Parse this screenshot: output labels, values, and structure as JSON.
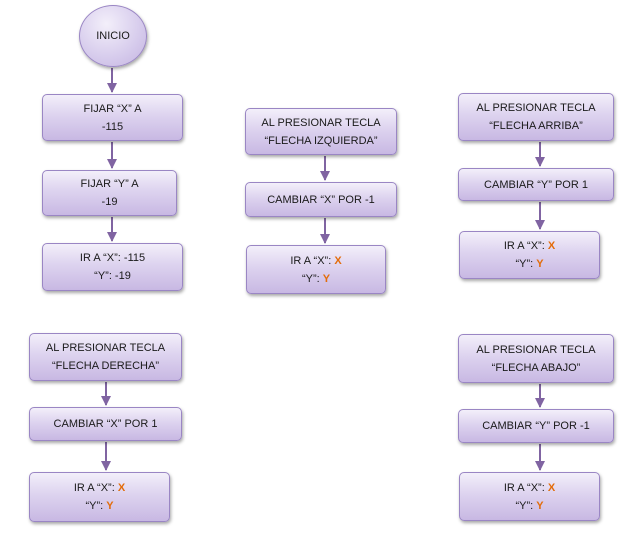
{
  "colors": {
    "variable": "#e36c0a",
    "node_fill": "#d9cfee",
    "node_border": "#9a86c4",
    "arrow": "#8064a2"
  },
  "start": {
    "label": "INICIO"
  },
  "main_flow": {
    "set_x": {
      "line1": "FIJAR “X” A",
      "line2": "-115"
    },
    "set_y": {
      "line1": "FIJAR “Y” A",
      "line2": "-19"
    },
    "goto": {
      "line1": "IR A “X”: -115",
      "line2": "“Y”: -19"
    }
  },
  "left_key": {
    "event": {
      "line1": "AL PRESIONAR TECLA",
      "line2": "“FLECHA IZQUIERDA”"
    },
    "change": {
      "label": "CAMBIAR “X” POR -1"
    },
    "goto": {
      "prefix1": "IR A “X”: ",
      "var1": "X",
      "prefix2": "“Y”: ",
      "var2": "Y"
    }
  },
  "up_key": {
    "event": {
      "line1": "AL PRESIONAR TECLA",
      "line2": "“FLECHA ARRIBA”"
    },
    "change": {
      "label": "CAMBIAR “Y” POR 1"
    },
    "goto": {
      "prefix1": "IR A “X”: ",
      "var1": "X",
      "prefix2": "“Y”: ",
      "var2": "Y"
    }
  },
  "right_key": {
    "event": {
      "line1": "AL PRESIONAR TECLA",
      "line2": "“FLECHA DERECHA”"
    },
    "change": {
      "label": "CAMBIAR “X” POR 1"
    },
    "goto": {
      "prefix1": "IR A “X”: ",
      "var1": "X",
      "prefix2": "“Y”: ",
      "var2": "Y"
    }
  },
  "down_key": {
    "event": {
      "line1": "AL PRESIONAR TECLA",
      "line2": "“FLECHA ABAJO”"
    },
    "change": {
      "label": "CAMBIAR “Y” POR -1"
    },
    "goto": {
      "prefix1": "IR A “X”: ",
      "var1": "X",
      "prefix2": "“Y”: ",
      "var2": "Y"
    }
  }
}
